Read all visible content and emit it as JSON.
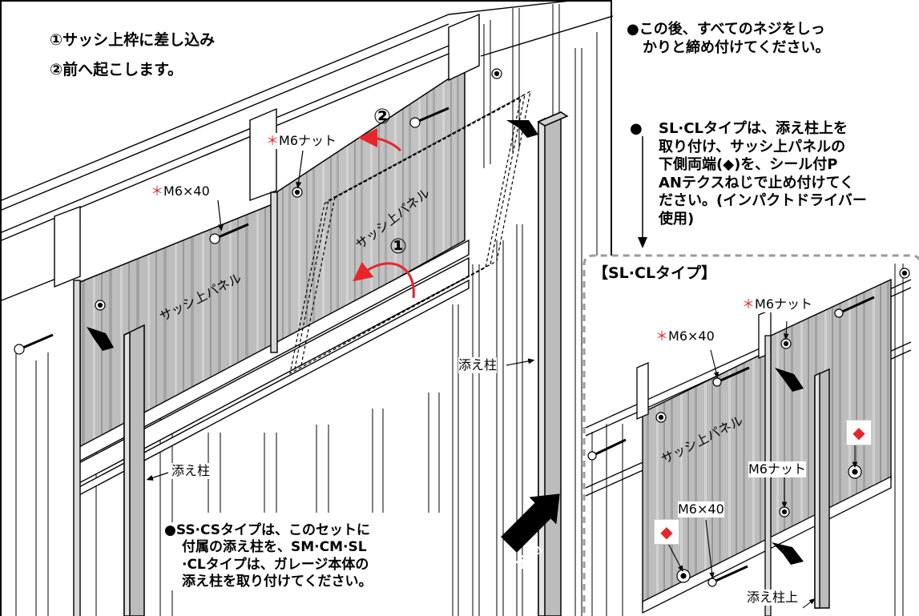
{
  "main_panel": {
    "step1": "①サッシ上枠に差し込み",
    "step2": "②前へ起こします。",
    "asterisk": "＊",
    "label_m6_nut": "M6ナット",
    "label_m6x40": "M6×40",
    "label_sash_panel": "サッシ上パネル",
    "marker_1": "①",
    "marker_2": "②",
    "label_support_post_right": "添え柱",
    "label_support_post_left": "添え柱",
    "ss_cs_note": [
      "●SS·CSタイプは、このセットに",
      "付属の添え柱を、SM·CM·SL",
      "·CLタイプは、ガレージ本体の",
      "添え柱を取り付けてください。"
    ],
    "inside_badge": "内側"
  },
  "notes": {
    "tighten": [
      "●この後、すべてのネジをしっ",
      "かりと締め付けてください。"
    ],
    "sl_cl_bullet": "●",
    "sl_cl": [
      "SL·CLタイプは、添え柱上を",
      "取り付け、サッシ上パネルの",
      "下側両端(◆)を、シール付P",
      "ANテクスねじで止め付けてく",
      "ださい。(インパクトドライバー",
      "使用)"
    ]
  },
  "inset": {
    "title": "【SL·CLタイプ】",
    "asterisk": "＊",
    "label_m6_nut_top": "M6ナット",
    "label_m6x40_top": "M6×40",
    "label_sash_panel": "サッシ上パネル",
    "label_m6_nut_bottom": "M6ナット",
    "label_m6x40_bottom": "M6×40",
    "label_support_post_top": "添え柱上",
    "diamond": "◆"
  },
  "colors": {
    "accent_red": "#e5262a",
    "panel_grey": "#b9b9b9",
    "panel_dark": "#8c8c8c",
    "line": "#000000"
  }
}
